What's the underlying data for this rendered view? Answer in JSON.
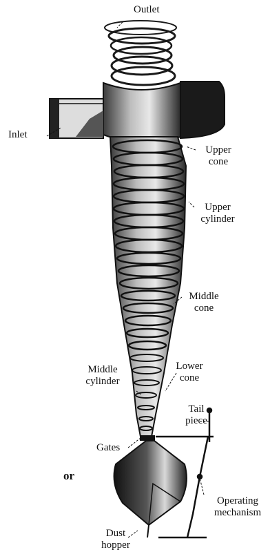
{
  "figure": {
    "labels": {
      "outlet": "Outlet",
      "inlet": "Inlet",
      "upper_cone": [
        "Upper",
        "cone"
      ],
      "upper_cylinder": [
        "Upper",
        "cylinder"
      ],
      "middle_cone": [
        "Middle",
        "cone"
      ],
      "middle_cylinder": [
        "Middle",
        "cylinder"
      ],
      "lower_cone": [
        "Lower",
        "cone"
      ],
      "tail_piece": [
        "Tail",
        "piece"
      ],
      "gates": "Gates",
      "operating_mechanism": [
        "Operating",
        "mechanism"
      ],
      "dust_hopper": [
        "Dust",
        "hopper"
      ],
      "edge_fragment": "or"
    }
  }
}
